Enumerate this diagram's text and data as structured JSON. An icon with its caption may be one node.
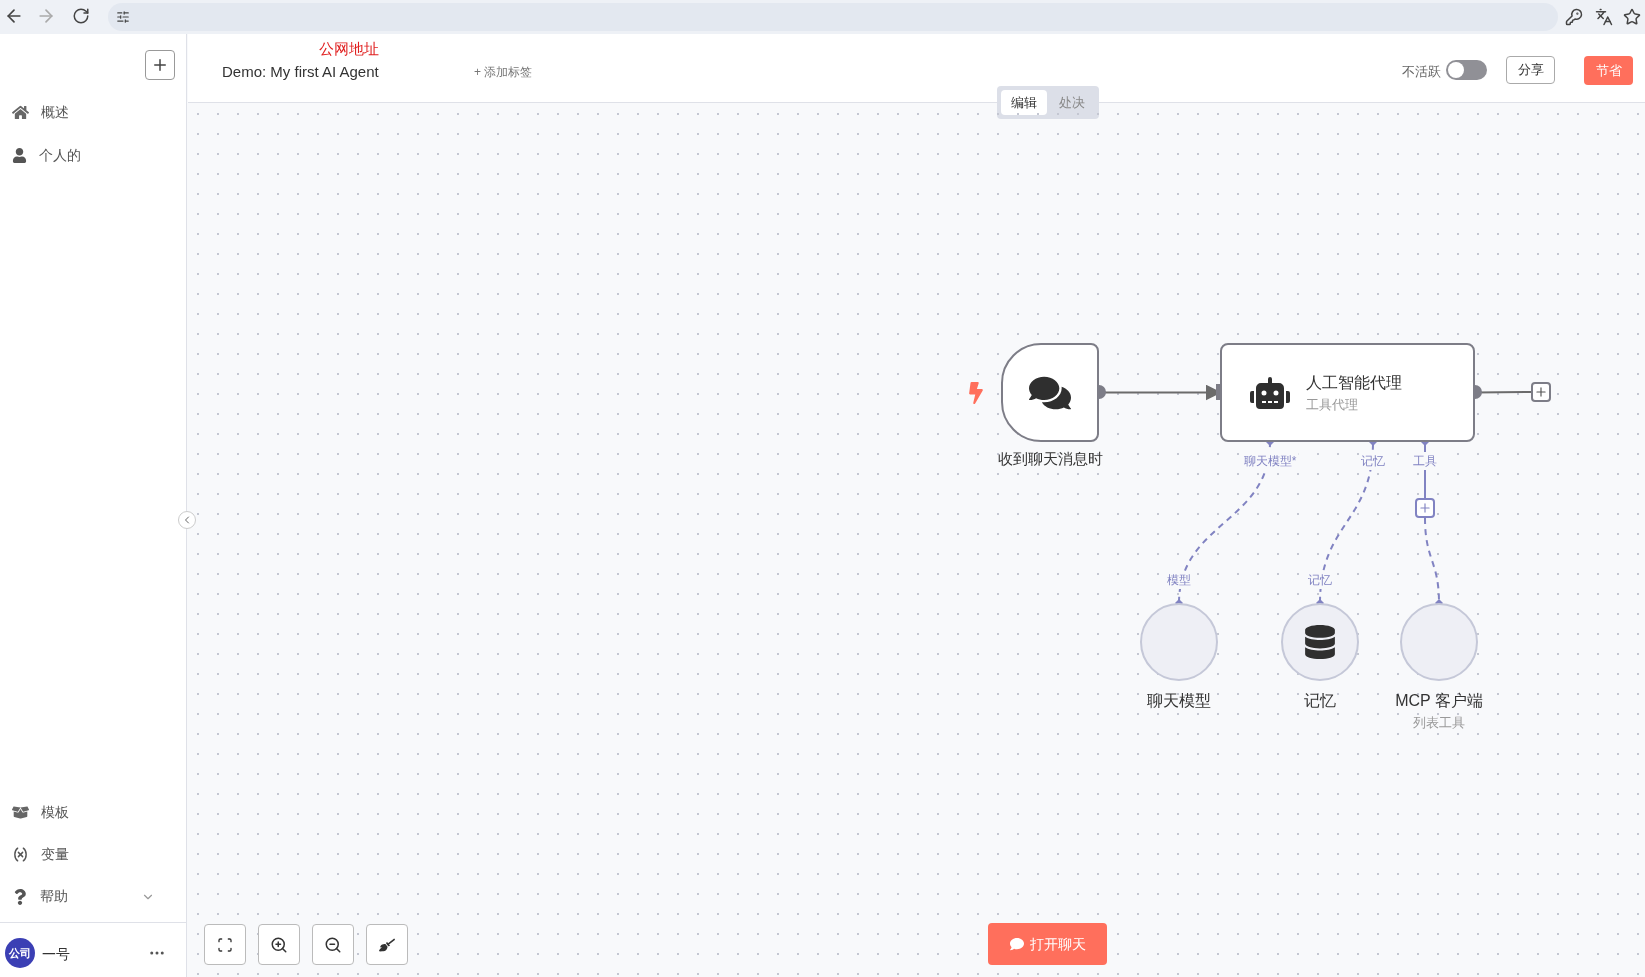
{
  "diagram": {
    "nodes": [
      {
        "text": [
          "收到聊天消息时"
        ]
      },
      {
        "text": [
          "人工智能代理",
          "工具代理"
        ],
        "beside": [
          "聊天模型*",
          "记忆",
          "工具"
        ]
      },
      {
        "text": [
          "聊天模型"
        ],
        "beside": [
          "模型"
        ]
      },
      {
        "text": [
          "记忆"
        ],
        "beside": [
          "记忆"
        ]
      },
      {
        "text": [
          "MCP 客户端",
          "列表工具"
        ]
      },
      {
        "text": [],
        "shape": "box"
      },
      {
        "text": [],
        "shape": "box"
      }
    ],
    "edges": [
      {
        "from": 0,
        "to": 1,
        "arrow": "to",
        "color": "#6b6b6b"
      },
      {
        "from": 1,
        "to": 5,
        "arrow": "none",
        "color": "#6b6b6b"
      },
      {
        "from": 2,
        "to": 1,
        "arrow": "other",
        "style": "dashed"
      },
      {
        "from": 3,
        "to": 1,
        "arrow": "other",
        "style": "dashed"
      },
      {
        "from": 1,
        "to": 6,
        "arrow": "other"
      },
      {
        "from": 6,
        "to": 4,
        "arrow": "other",
        "style": "dashed"
      }
    ],
    "labels": [
      "公网地址",
      "Demo: My first AI Agent",
      "+ 添加标签",
      "编辑",
      "处决",
      "不活跃",
      "分享",
      "节省",
      "概述",
      "个人的",
      "模板",
      "变量",
      "帮助",
      "公司",
      "一号",
      "打开聊天"
    ]
  }
}
